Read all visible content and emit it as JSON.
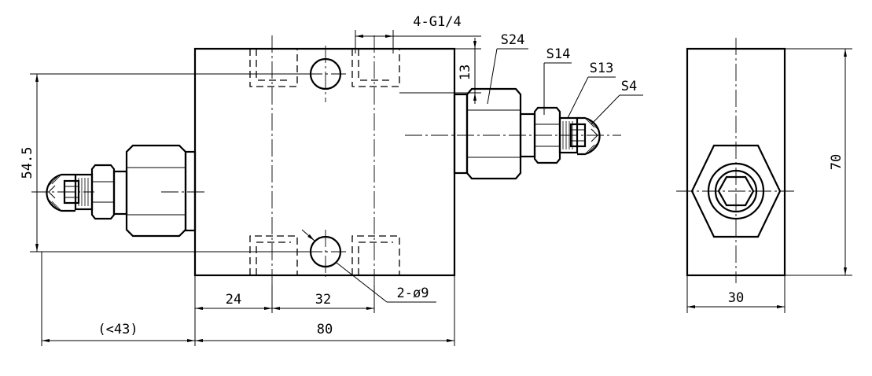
{
  "drawing": {
    "dimensions": {
      "overall_height": "54.5",
      "port_depth": "13",
      "port_spec": "4-G1/4",
      "spacing_left": "24",
      "spacing_holes": "32",
      "body_length": "80",
      "max_protrusion": "(<43)",
      "mount_holes": "2-ø9",
      "side_width": "30",
      "side_height": "70"
    },
    "part_labels": {
      "s24": "S24",
      "s14": "S14",
      "s13": "S13",
      "s4": "S4"
    }
  }
}
